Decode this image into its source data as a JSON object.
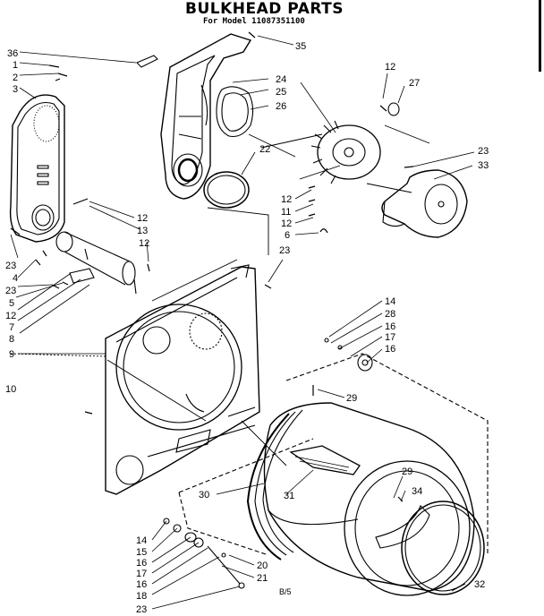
{
  "title": "BULKHEAD PARTS",
  "subtitle": "For Model 11087351100",
  "footer_code": "B/5",
  "callouts": {
    "c36": "36",
    "c1": "1",
    "c2": "2",
    "c3": "3",
    "c35": "35",
    "c24": "24",
    "c25": "25",
    "c26": "26",
    "c22": "22",
    "c12a": "12",
    "c27": "27",
    "c23a": "23",
    "c33": "33",
    "c12b": "12",
    "c13": "13",
    "c12c": "12",
    "c11": "11",
    "c12d": "12",
    "c6": "6",
    "c23b": "23",
    "c4": "4",
    "c23c": "23",
    "c5": "5",
    "c12e": "12",
    "c7": "7",
    "c8": "8",
    "c23d": "23",
    "c9": "9",
    "c10": "10",
    "c14a": "14",
    "c28": "28",
    "c16a": "16",
    "c17a": "17",
    "c16b": "16",
    "c29a": "29",
    "c29b": "29",
    "c34": "34",
    "c30": "30",
    "c31": "31",
    "c32": "32",
    "c14b": "14",
    "c15": "15",
    "c16c": "16",
    "c17b": "17",
    "c16d": "16",
    "c18": "18",
    "c23e": "23",
    "c20": "20",
    "c21": "21"
  }
}
